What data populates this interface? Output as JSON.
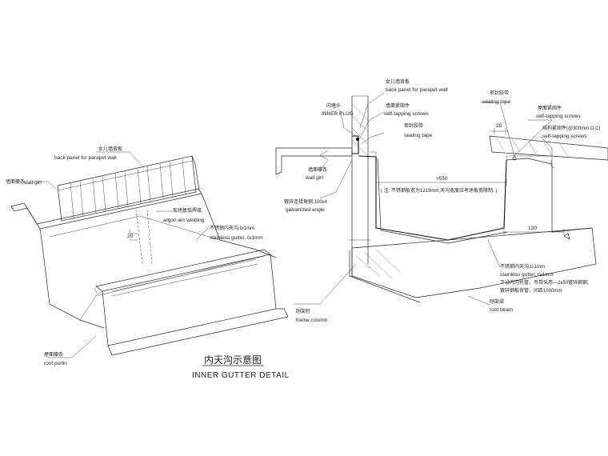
{
  "left_detail": {
    "back_panel_cn": "女儿墙背板",
    "back_panel_en": "back panel for parapet wall",
    "wall_girt_cn": "墙面檩条",
    "wall_girt_en": "wall girt",
    "weld_cn": "现场氩弧焊接",
    "weld_en": "argon arc welding",
    "weld_dim": "20",
    "gutter_cn": "不锈钢内天沟,t≥1mm",
    "gutter_en": "stainless gutter, t≥1mm",
    "purlin_cn": "屋面檩条",
    "purlin_en": "roof purlin",
    "title_cn": "内天沟示意图",
    "title_en": "INNER GUTTER DETAIL"
  },
  "right_detail": {
    "back_panel_cn": "女儿墙背板",
    "back_panel_en": "back panel for parapet wall",
    "inner_plug_cn": "内堵头",
    "inner_plug_en": "INNER PLUG",
    "wall_fix_cn": "墙面紧固件",
    "wall_fix_en": "self-tapping screws",
    "sealing_cn": "密封胶带",
    "sealing_en": "sealing tape",
    "wall_girt_cn": "墙面檩条",
    "wall_girt_en": "wall girt",
    "angle_cn": "镀锌连接角钢,100x4",
    "angle_en": "galvanized angle",
    "width_dim": ">550",
    "note": "( 注: 不锈钢板宽为1219mm,天沟宽度应考虑板宽限制. )",
    "seal_right_cn": "密封胶带",
    "seal_right_en": "sealing tape",
    "roof_fix_cn": "屋面紧固件",
    "roof_fix_en": "self-tapping screws",
    "fix300_cn": "结构紧固件(@300mm O.C)",
    "fix300_en": "self-tapping screws",
    "dim_25": "25",
    "dim_120": "120",
    "gutter_cn": "不锈钢内天沟,t≥1mm",
    "gutter_en": "stainless gutter, t≥1mm",
    "support_cn_1": "下设内沟托管，吊带采用—2x50镀锌扁钢,",
    "support_cn_2": "镀锌钢板背管，间距1000mm",
    "roof_beam_cn": "刚架梁",
    "roof_beam_en": "roof beam",
    "frame_col_cn": "刚架柱",
    "frame_col_en": "frame column"
  }
}
